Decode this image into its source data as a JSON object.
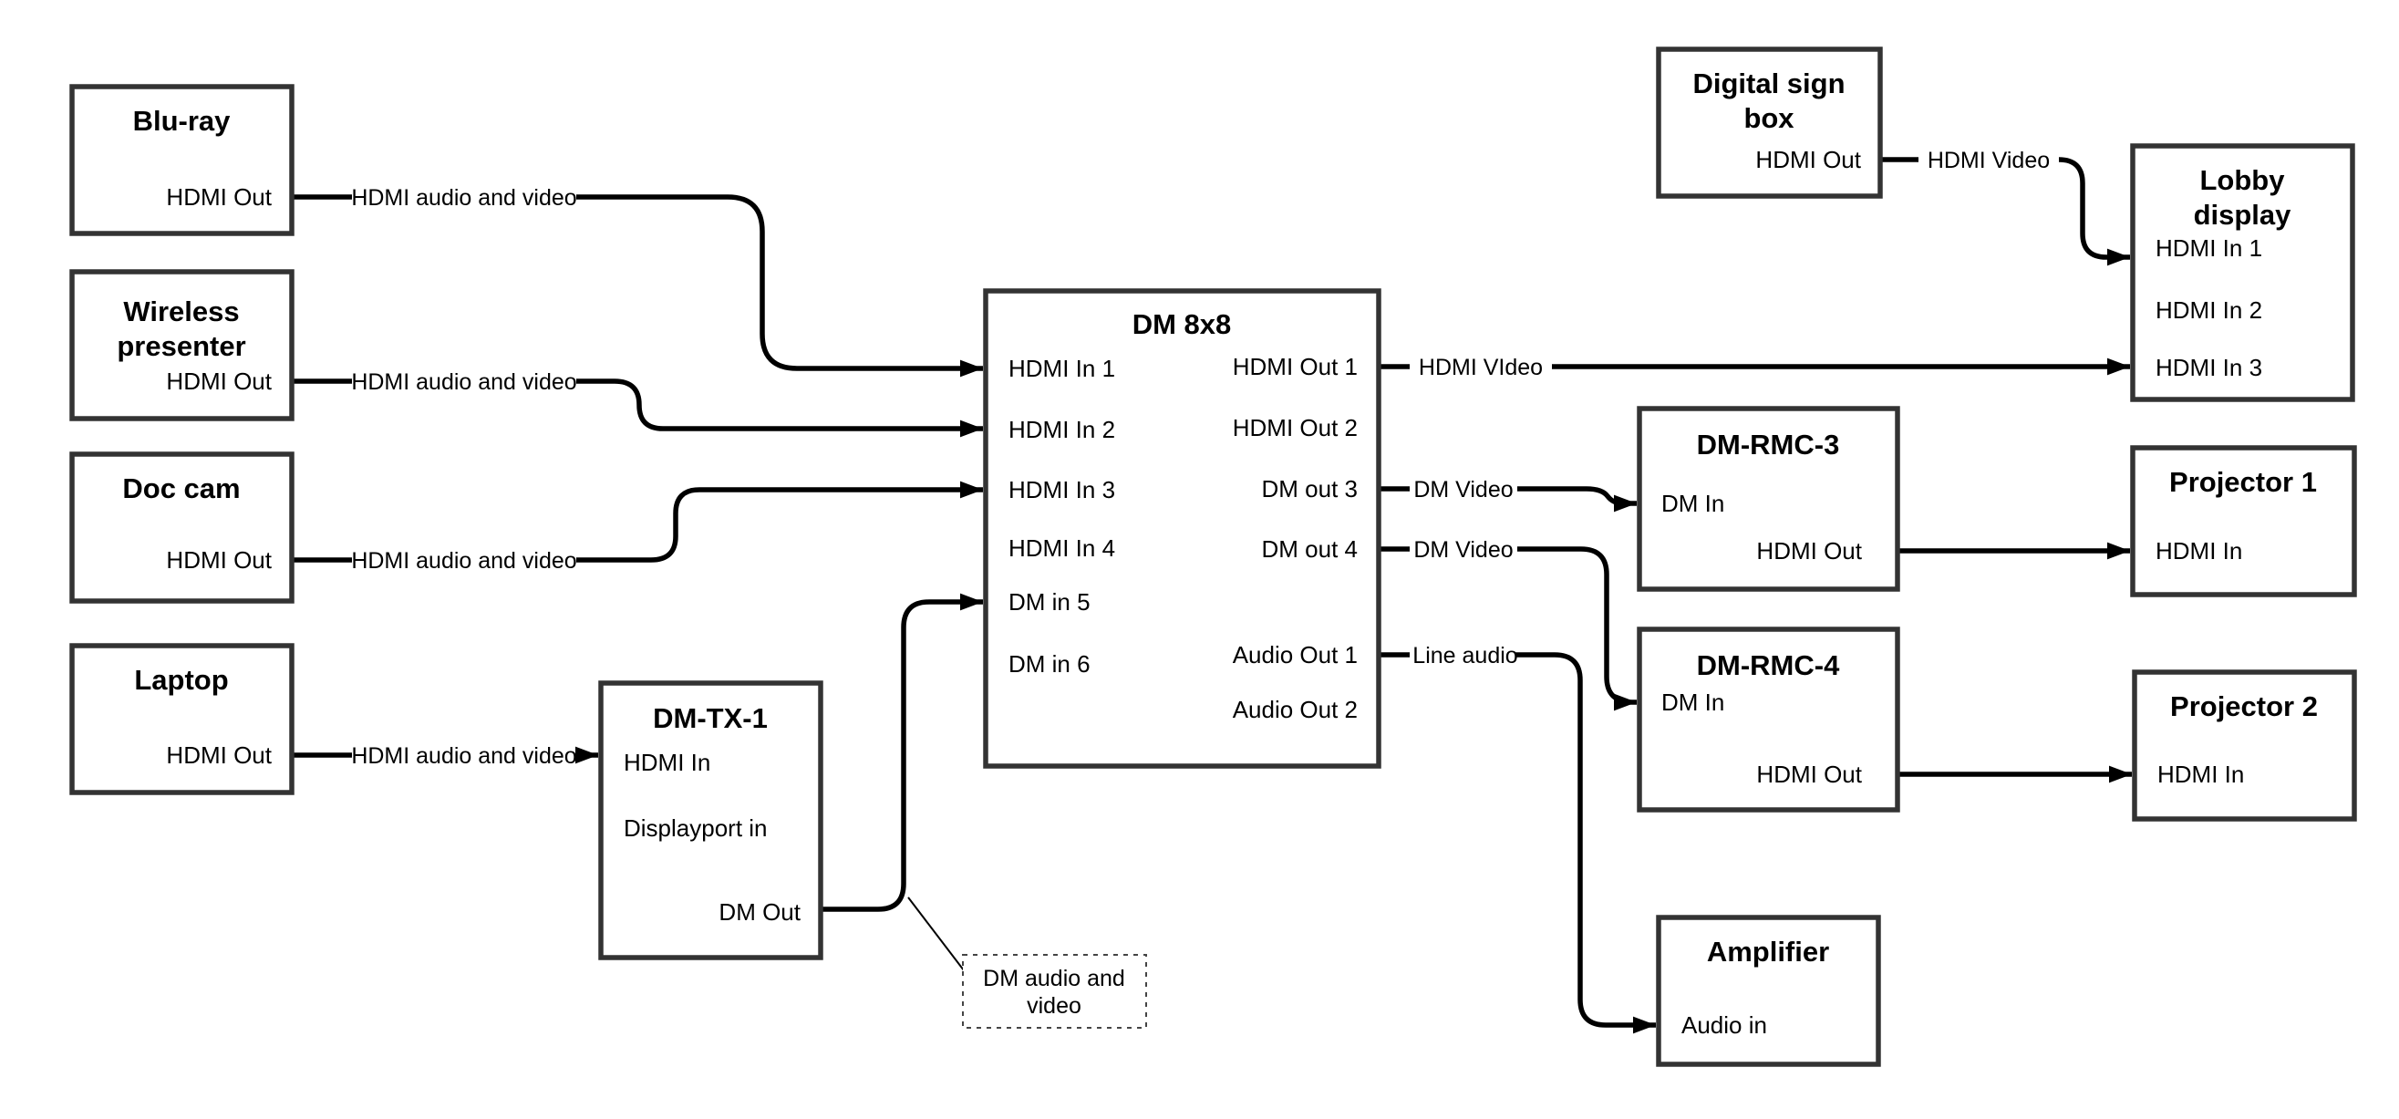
{
  "nodes": {
    "bluray": {
      "title": "Blu-ray",
      "port_hdmi_out": "HDMI Out"
    },
    "wireless": {
      "title_line1": "Wireless",
      "title_line2": "presenter",
      "port_hdmi_out": "HDMI Out"
    },
    "doccam": {
      "title": "Doc cam",
      "port_hdmi_out": "HDMI Out"
    },
    "laptop": {
      "title": "Laptop",
      "port_hdmi_out": "HDMI Out"
    },
    "dmtx1": {
      "title": "DM-TX-1",
      "port_hdmi_in": "HDMI In",
      "port_displayport_in": "Displayport in",
      "port_dm_out": "DM Out"
    },
    "dm8x8": {
      "title": "DM 8x8",
      "port_hdmi_in_1": "HDMI In 1",
      "port_hdmi_in_2": "HDMI In 2",
      "port_hdmi_in_3": "HDMI In 3",
      "port_hdmi_in_4": "HDMI In 4",
      "port_dm_in_5": "DM in 5",
      "port_dm_in_6": "DM in 6",
      "port_hdmi_out_1": "HDMI Out 1",
      "port_hdmi_out_2": "HDMI Out 2",
      "port_dm_out_3": "DM out 3",
      "port_dm_out_4": "DM out 4",
      "port_audio_out_1": "Audio Out 1",
      "port_audio_out_2": "Audio Out 2"
    },
    "digital_sign_box": {
      "title_line1": "Digital sign",
      "title_line2": "box",
      "port_hdmi_out": "HDMI Out"
    },
    "lobby_display": {
      "title_line1": "Lobby",
      "title_line2": "display",
      "port_hdmi_in_1": "HDMI In 1",
      "port_hdmi_in_2": "HDMI In 2",
      "port_hdmi_in_3": "HDMI In 3"
    },
    "dm_rmc_3": {
      "title": "DM-RMC-3",
      "port_dm_in": "DM In",
      "port_hdmi_out": "HDMI Out"
    },
    "projector_1": {
      "title": "Projector 1",
      "port_hdmi_in": "HDMI In"
    },
    "dm_rmc_4": {
      "title": "DM-RMC-4",
      "port_dm_in": "DM In",
      "port_hdmi_out": "HDMI Out"
    },
    "projector_2": {
      "title": "Projector 2",
      "port_hdmi_in": "HDMI In"
    },
    "amplifier": {
      "title": "Amplifier",
      "port_audio_in": "Audio in"
    }
  },
  "edge_labels": {
    "bluray_to_dm8x8": "HDMI audio and video",
    "wireless_to_dm8x8": "HDMI audio and video",
    "doccam_to_dm8x8": "HDMI audio and video",
    "laptop_to_dmtx1": "HDMI audio and video",
    "dm8x8_out1_to_lobby": "HDMI VIdeo",
    "sign_to_lobby": "HDMI Video",
    "dm8x8_out3_to_rmc3": "DM Video",
    "dm8x8_out4_to_rmc4": "DM Video",
    "dm8x8_audio1_to_amp": "Line audio"
  },
  "note": {
    "line1": "DM audio and",
    "line2": "video"
  },
  "colors": {
    "connector": "#000000",
    "box_border": "#333333",
    "background": "#ffffff",
    "text": "#000000"
  }
}
